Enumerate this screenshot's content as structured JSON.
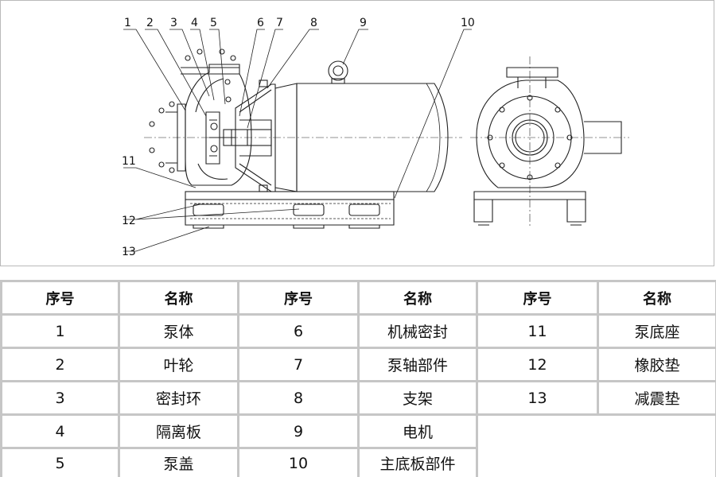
{
  "callouts": [
    "1",
    "2",
    "3",
    "4",
    "5",
    "6",
    "7",
    "8",
    "9",
    "10",
    "11",
    "12",
    "13"
  ],
  "legend": {
    "header": [
      "序号",
      "名称",
      "序号",
      "名称",
      "序号",
      "名称"
    ],
    "rows": [
      [
        "1",
        "泵体",
        "6",
        "机械密封",
        "11",
        "泵底座"
      ],
      [
        "2",
        "叶轮",
        "7",
        "泵轴部件",
        "12",
        "橡胶垫"
      ],
      [
        "3",
        "密封环",
        "8",
        "支架",
        "13",
        "减震垫"
      ],
      [
        "4",
        "隔离板",
        "9",
        "电机",
        "",
        ""
      ],
      [
        "5",
        "泵盖",
        "10",
        "主底板部件",
        "",
        ""
      ]
    ]
  },
  "colors": {
    "line": "#222222",
    "grid": "#c6c6c6",
    "frame": "#b9b9b9"
  }
}
